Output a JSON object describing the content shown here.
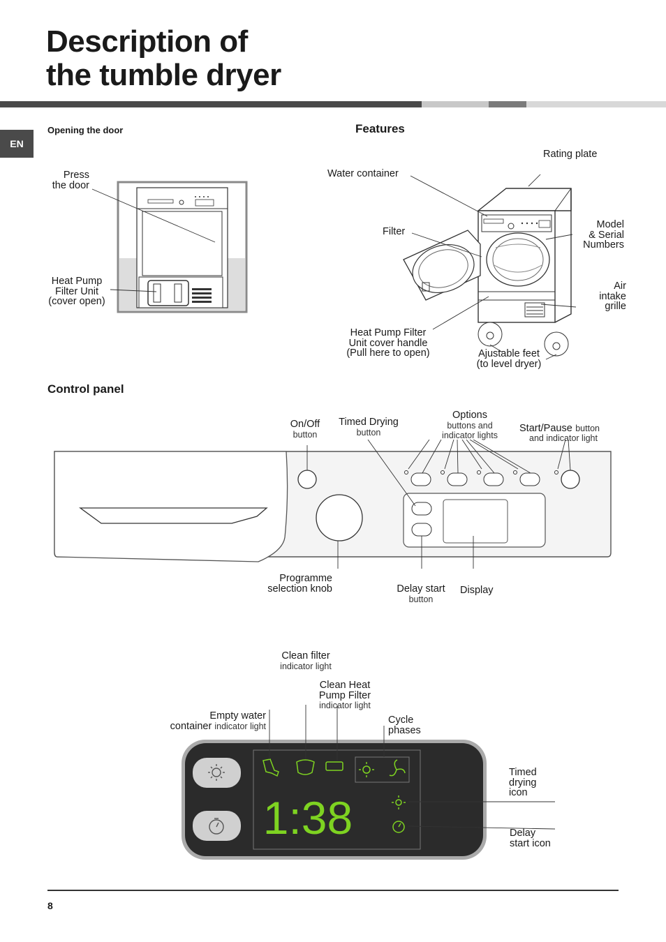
{
  "title": {
    "line1": "Description of",
    "line2": "the tumble dryer"
  },
  "lang_tab": "EN",
  "page_number": "8",
  "door_section": {
    "heading": "Opening the door",
    "press_the_door": [
      "Press",
      "the door"
    ],
    "heat_pump_filter_unit": [
      "Heat Pump",
      "Filter Unit",
      "(cover open)"
    ]
  },
  "features": {
    "heading": "Features",
    "rating_plate": "Rating plate",
    "water_container": "Water container",
    "filter": "Filter",
    "model_serial": [
      "Model",
      "& Serial",
      "Numbers"
    ],
    "air_intake": [
      "Air",
      "intake",
      "grille"
    ],
    "heat_pump_handle": [
      "Heat Pump Filter",
      "Unit cover handle",
      "(Pull here to open)"
    ],
    "adjustable_feet": [
      "Ajustable feet",
      "(to level dryer)"
    ]
  },
  "control_panel": {
    "heading": "Control panel",
    "on_off": {
      "title": "On/Off",
      "sub": "button"
    },
    "timed_drying": {
      "title": "Timed Drying",
      "sub": "button"
    },
    "options": {
      "title": "Options",
      "sub1": "buttons and",
      "sub2": "indicator lights"
    },
    "start_pause": {
      "title": "Start/Pause",
      "sub_inline": "button",
      "sub2": "and indicator light"
    },
    "programme_knob": [
      "Programme",
      "selection knob"
    ],
    "delay_start": {
      "title": "Delay start",
      "sub": "button"
    },
    "display": "Display"
  },
  "display_detail": {
    "clean_filter": {
      "title": "Clean filter",
      "sub": "indicator light"
    },
    "clean_heat_pump": {
      "title1": "Clean Heat",
      "title2": "Pump Filter",
      "sub": "indicator light"
    },
    "empty_water": {
      "title1": "Empty water",
      "title2": "container",
      "sub_inline": "indicator light"
    },
    "cycle_phases": [
      "Cycle",
      "phases"
    ],
    "timed_drying_icon": [
      "Timed",
      "drying",
      "icon"
    ],
    "delay_start_icon": [
      "Delay",
      "start icon"
    ],
    "time_readout": "1:38"
  },
  "colors": {
    "bar_dark": "#4a4a4a",
    "bar_light": "#c8c8c8",
    "lcd_bg": "#2b2b2b",
    "lcd_green": "#7ed321"
  }
}
